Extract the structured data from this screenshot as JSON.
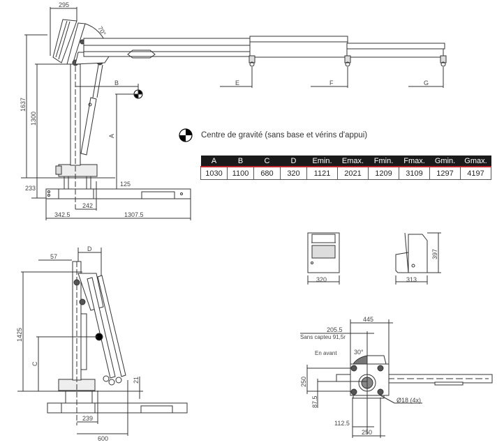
{
  "legend": {
    "cog_icon": "center-of-gravity-symbol",
    "label": "Centre de gravité (sans base et vérins d'appui)"
  },
  "table": {
    "headers": [
      "A",
      "B",
      "C",
      "D",
      "Emin.",
      "Emax.",
      "Fmin.",
      "Fmax.",
      "Gmin.",
      "Gmax."
    ],
    "values": [
      "1030",
      "1100",
      "680",
      "320",
      "1121",
      "2021",
      "1209",
      "3109",
      "1297",
      "4197"
    ],
    "colors": {
      "header_bg": "#1a1a1a",
      "header_text": "#ffffff",
      "accent_stripe": "#c0272d"
    }
  },
  "side_view_extended": {
    "dims": {
      "top_width": "295",
      "angle": "70°",
      "total_height": "1637",
      "pivot_height": "1300",
      "base_height": "233",
      "offset_125": "125",
      "offset_242": "242",
      "base_left": "342.5",
      "base_right": "1307.5",
      "label_A": "A",
      "label_B": "B",
      "label_E": "E",
      "label_F": "F",
      "label_G": "G"
    }
  },
  "side_view_folded": {
    "dims": {
      "offset_57": "57",
      "label_D": "D",
      "height_1425": "1425",
      "label_C": "C",
      "offset_21": "21",
      "offset_239": "239",
      "reach_600": "600"
    }
  },
  "control_box_front": {
    "width": "320"
  },
  "control_box_side": {
    "width": "313",
    "height": "397"
  },
  "top_view": {
    "dims": {
      "width_445": "445",
      "offset_205": "205.5",
      "note_sans_capteur": "Sans capteu 91,5r",
      "note_en_avant": "En avant",
      "angle_30": "30°",
      "height_250": "250",
      "offset_87": "87.5",
      "hole_spec": "Ø18 (4x)",
      "offset_112": "112.5",
      "width_250": "250"
    }
  }
}
